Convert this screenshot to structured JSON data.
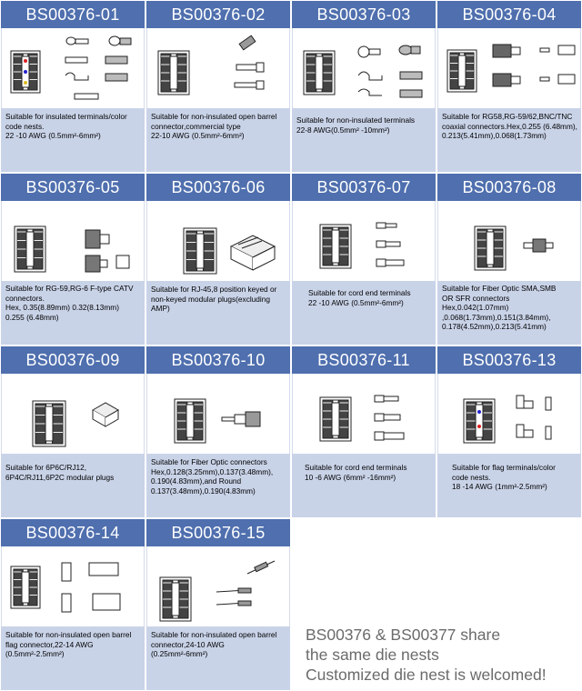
{
  "cards": [
    {
      "code": "BS00376-01",
      "lines": [
        "Suitable for insulated terminals/color",
        "code nests.",
        "22 -10 AWG (0.5mm²-6mm²)"
      ]
    },
    {
      "code": "BS00376-02",
      "lines": [
        "Suitable for non-insulated open barrel",
        "connector,commercial type",
        "22-10 AWG (0.5mm²-6mm²)"
      ]
    },
    {
      "code": "BS00376-03",
      "lines": [
        "Suitable for non-insulated terminals",
        "22-8  AWG(0.5mm² -10mm²)"
      ]
    },
    {
      "code": "BS00376-04",
      "lines": [
        "Suitable for RG58,RG-59/62,BNC/TNC",
        "coaxial connectors.Hex,0.255 (6.48mm),",
        "0.213(5.41mm),0.068(1.73mm)"
      ]
    },
    {
      "code": "BS00376-05",
      "lines": [
        "Suitable for RG-59,RG-6 F-type CATV",
        "connectors.",
        "Hex, 0.35(8.89mm) 0.32(8.13mm)",
        " 0.255 (6.48mm)"
      ]
    },
    {
      "code": "BS00376-06",
      "lines": [
        "Suitable for RJ-45,8 position keyed or",
        "non-keyed modular plugs(excluding",
        "AMP)"
      ]
    },
    {
      "code": "BS00376-07",
      "lines": [
        "Suitable for cord end  terminals",
        "22 -10 AWG (0.5mm²-6mm²)"
      ]
    },
    {
      "code": "BS00376-08",
      "lines": [
        "Suitable for Fiber Optic SMA,SMB",
        "OR SFR connectors Hex,0.042(1.07mm)",
        ",0.068(1.73mm),0.151(3.84mm),",
        "0.178(4.52mm),0.213(5.41mm)"
      ]
    },
    {
      "code": "BS00376-09",
      "lines": [
        "Suitable for 6P6C/RJ12,",
        "6P4C/RJ11,6P2C modular plugs"
      ]
    },
    {
      "code": "BS00376-10",
      "lines": [
        "Suitable for Fiber Optic  connectors",
        "Hex,0.128(3.25mm),0.137(3.48mm),",
        "0.190(4.83mm),and Round",
        "0.137(3.48mm),0.190(4.83mm)"
      ]
    },
    {
      "code": "BS00376-11",
      "lines": [
        "Suitable for cord end  terminals",
        "10 -6 AWG (6mm² -16mm²)"
      ]
    },
    {
      "code": "BS00376-13",
      "lines": [
        "Suitable for flag terminals/color",
        "code nests.",
        "18 -14 AWG (1mm²-2.5mm²)"
      ]
    },
    {
      "code": "BS00376-14",
      "lines": [
        "Suitable for non-insulated open barrel",
        "flag connector,22-14 AWG",
        "(0.5mm²-2.5mm²)"
      ]
    },
    {
      "code": "BS00376-15",
      "lines": [
        "Suitable for non-insulated open barrel",
        "connector,24-10 AWG",
        "(0.25mm²-6mm²)"
      ]
    }
  ],
  "note": {
    "line1": "BS00376 & BS00377 share",
    "line2": "the same die nests",
    "line3": "Customized die nest is welcomed!"
  },
  "colors": {
    "header": "#4f6fae",
    "desc": "#c9d3e8",
    "note": "#6b6b6b"
  }
}
